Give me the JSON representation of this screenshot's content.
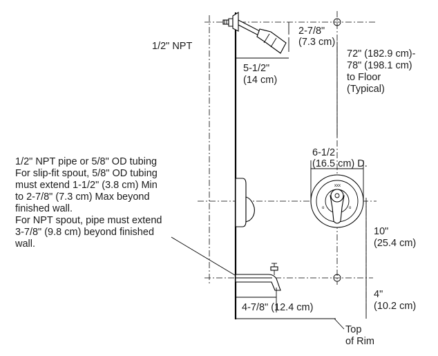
{
  "callouts": {
    "showerarm_thread": "1/2\" NPT",
    "showerhead_dim_in": "2-7/8\"",
    "showerhead_dim_cm": "(7.3 cm)",
    "arm_dim_in": "5-1/2\"",
    "arm_dim_cm": "(14 cm)",
    "height_line1": "72\" (182.9 cm)-",
    "height_line2": "78\" (198.1 cm)",
    "height_line3": "to Floor",
    "height_line4": "(Typical)",
    "trim_dia_line1": "6-1/2",
    "trim_dia_line2": "(16.5 cm) D.",
    "spout_note": [
      "1/2\" NPT pipe or 5/8\" OD tubing",
      "For slip-fit spout, 5/8\" OD tubing",
      "must extend 1-1/2\" (3.8 cm) Min",
      "to 2-7/8\" (7.3 cm) Max beyond",
      "finished wall.",
      "For NPT spout, pipe must extend",
      "3-7/8\" (9.8 cm) beyond finished",
      "wall."
    ],
    "valve_rise_in": "10\"",
    "valve_rise_cm": "(25.4 cm)",
    "spout_rise_in": "4\"",
    "spout_rise_cm": "(10.2 cm)",
    "spout_len": "4-7/8\" (12.4 cm)",
    "rim_line1": "Top",
    "rim_line2": "of Rim"
  }
}
